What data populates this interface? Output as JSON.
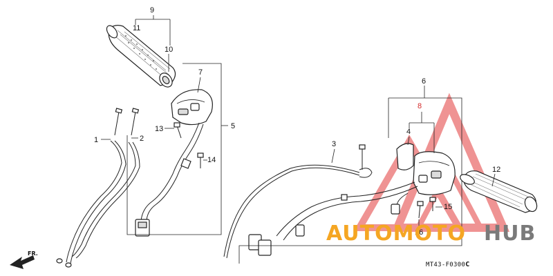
{
  "callouts": {
    "c1": "1",
    "c2": "2",
    "c3": "3",
    "c4": "4",
    "c5": "5",
    "c6": "6",
    "c7": "7",
    "c8": "8",
    "c9": "9",
    "c10": "10",
    "c11": "11",
    "c12": "12",
    "c13": "13",
    "c14": "14",
    "c15": "15",
    "c16": "16"
  },
  "direction_label": "FR.",
  "part_code": "MT43-F0300",
  "part_code_suffix": "C",
  "watermark": {
    "word_orange": "AUTOMOTO",
    "word_gray": "HUB",
    "orange": "#f5a623",
    "gray": "#7a7a7a",
    "triangle_red": "#e23b3b"
  }
}
